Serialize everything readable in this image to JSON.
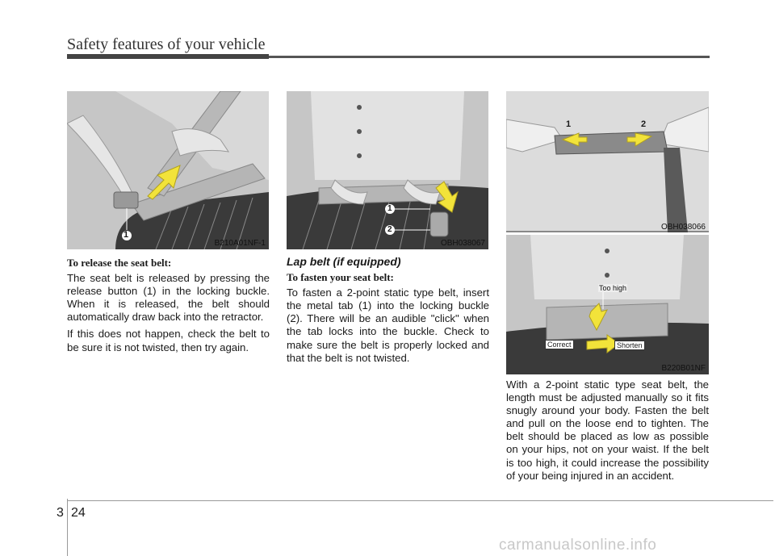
{
  "header": {
    "title": "Safety features of your vehicle"
  },
  "figures": {
    "fig1": {
      "code": "B210A01NF-1",
      "callouts": [
        "1"
      ]
    },
    "fig2": {
      "code": "OBH038067",
      "callouts": [
        "1",
        "2"
      ]
    },
    "fig3": {
      "code": "OBH038066",
      "callouts": [
        "1",
        "2"
      ]
    },
    "fig4": {
      "code": "B220B01NF",
      "labels": {
        "too_high": "Too high",
        "correct": "Correct",
        "shorten": "Shorten"
      }
    }
  },
  "col1": {
    "subhead": "To release the seat belt:",
    "p1": "The seat belt is released by pressing the release button (1) in the locking buckle. When it is released, the belt should automatically draw back into the retractor.",
    "p2": "If this does not happen, check the belt to be sure it is not twisted, then try again."
  },
  "col2": {
    "section_title": "Lap belt (if equipped)",
    "subhead": "To fasten your seat belt:",
    "p1": "To fasten a 2-point static type belt, insert the metal tab (1) into the locking buckle (2). There will be an audible \"click\" when the tab locks into the buckle. Check to make sure the belt is properly locked and that the belt is not twisted."
  },
  "col3": {
    "p1": "With a 2-point static type seat belt, the length must be adjusted manually so it fits snugly around your body. Fasten the belt and pull on the loose end to tighten. The belt should be placed as low as possible on your hips, not on your waist. If the belt is too high, it could increase the possibility of your being injured in an accident."
  },
  "footer": {
    "chapter": "3",
    "page": "24",
    "watermark": "carmanualsonline.info"
  },
  "colors": {
    "arrow": "#f2e33a",
    "figure_bg": "#c8c8c8"
  }
}
